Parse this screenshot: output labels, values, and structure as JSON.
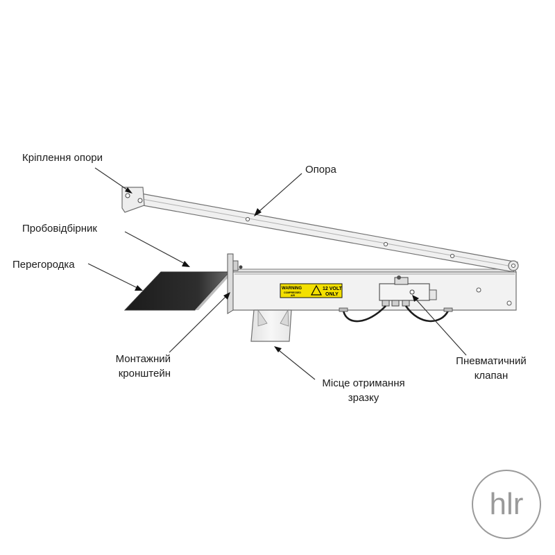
{
  "labels": {
    "support_mount": "Кріплення опори",
    "support": "Опора",
    "probe": "Пробовідбірник",
    "partition": "Перегородка",
    "mounting_bracket_line1": "Монтажний",
    "mounting_bracket_line2": "кронштейн",
    "sample_receiver_line1": "Місце отримання",
    "sample_receiver_line2": "зразку",
    "pneumatic_valve_line1": "Пневматичний",
    "pneumatic_valve_line2": "клапан"
  },
  "warning_label": {
    "title": "WARNING",
    "subtitle_line1": "COMPRESSED",
    "subtitle_line2": "AIR",
    "voltage_line1": "12 VOLT",
    "voltage_line2": "ONLY",
    "color": "#f3e000"
  },
  "logo": {
    "text": "hlr",
    "color": "#9a9a9a"
  },
  "colors": {
    "metal_fill": "#f1f1f1",
    "metal_stroke": "#6f6f6f",
    "partition_dark": "#111111",
    "leader": "#333333"
  }
}
